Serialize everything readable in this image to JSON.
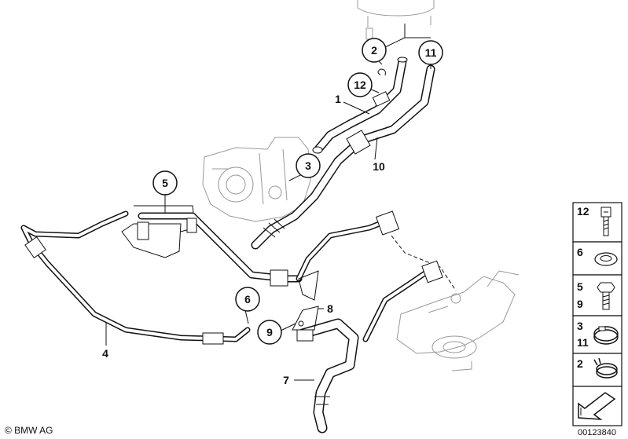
{
  "callouts": [
    {
      "id": "c1",
      "label": "1"
    },
    {
      "id": "c2",
      "label": "2"
    },
    {
      "id": "c3",
      "label": "3"
    },
    {
      "id": "c4",
      "label": "4"
    },
    {
      "id": "c5",
      "label": "5"
    },
    {
      "id": "c6",
      "label": "6"
    },
    {
      "id": "c7",
      "label": "7"
    },
    {
      "id": "c8",
      "label": "8"
    },
    {
      "id": "c9",
      "label": "9"
    },
    {
      "id": "c10",
      "label": "10"
    },
    {
      "id": "c11",
      "label": "11"
    },
    {
      "id": "c12",
      "label": "12"
    }
  ],
  "legend": {
    "rows": [
      {
        "labels": [
          "12"
        ],
        "icon": "bolt-icon"
      },
      {
        "labels": [
          "6"
        ],
        "icon": "washer-icon"
      },
      {
        "labels": [
          "5",
          "9"
        ],
        "icon": "hex-bolt-icon"
      },
      {
        "labels": [
          "3",
          "11"
        ],
        "icon": "hose-clamp-icon"
      },
      {
        "labels": [
          "2"
        ],
        "icon": "spring-clip-icon"
      },
      {
        "labels": [],
        "icon": "arrow-icon"
      }
    ]
  },
  "footer": {
    "copyright": "© BMW AG",
    "diagram_number": "00123840"
  }
}
